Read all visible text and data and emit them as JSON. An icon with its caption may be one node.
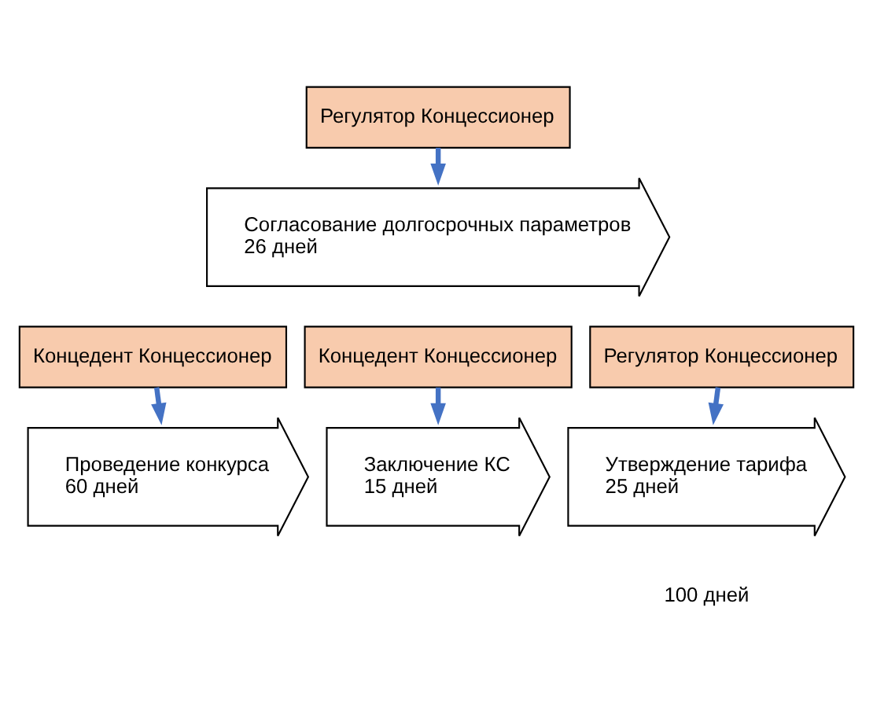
{
  "diagram": {
    "nodes": [
      {
        "text": [
          "Регулятор Концессионер"
        ]
      },
      {
        "text": [
          "Согласование долгосрочных параметров",
          "26 дней"
        ]
      },
      {
        "text": [
          "Концедент Концессионер"
        ]
      },
      {
        "text": [
          "Проведение конкурса",
          "60 дней"
        ]
      },
      {
        "text": [
          "Концедент Концессионер"
        ]
      },
      {
        "text": [
          "Заключение КС",
          "15 дней"
        ]
      },
      {
        "text": [
          "Регулятор Концессионер"
        ]
      },
      {
        "text": [
          "Утверждение тарифа",
          "25 дней"
        ]
      }
    ],
    "edges": [
      {
        "from": 0,
        "to": 1,
        "arrow": "to"
      },
      {
        "from": 2,
        "to": 3,
        "arrow": "to"
      },
      {
        "from": 4,
        "to": 5,
        "arrow": "to"
      },
      {
        "from": 6,
        "to": 7,
        "arrow": "to"
      }
    ],
    "labels": [
      "100 дней"
    ]
  }
}
